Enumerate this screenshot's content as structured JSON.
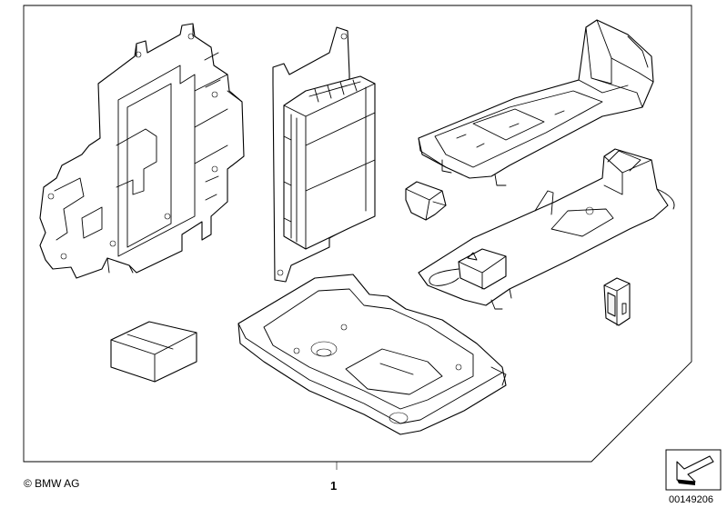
{
  "footer": {
    "copyright": "© BMW AG",
    "part_number": "1",
    "image_id": "00149206"
  },
  "icons": {
    "direction_marker": "arrow-box-icon"
  }
}
